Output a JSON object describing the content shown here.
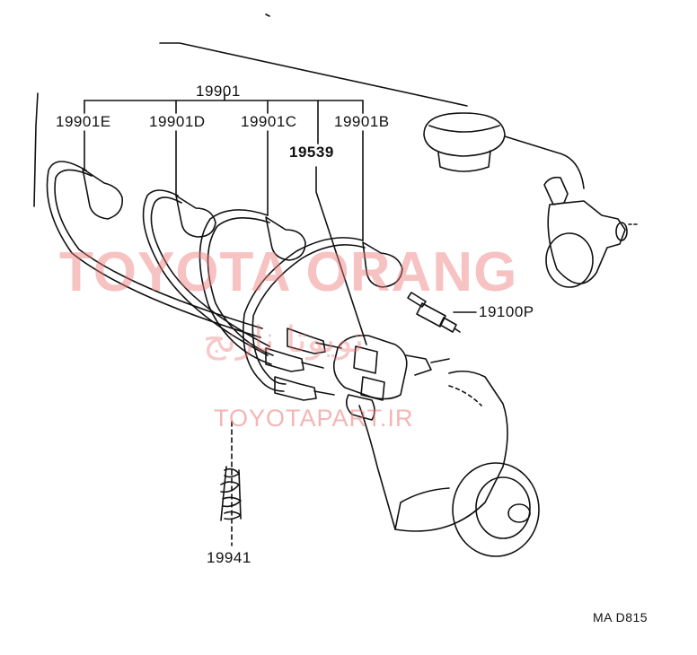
{
  "labels": {
    "set": "19901",
    "cord_e": "19901E",
    "cord_d": "19901D",
    "cord_c": "19901C",
    "cord_b": "19901B",
    "coil": "19539",
    "plug": "19100P",
    "clamp": "19941"
  },
  "watermark": {
    "brand": "TOYOTA ORANG",
    "persian": "تویوتا نارنج",
    "url": "TOYOTAPART.IR"
  },
  "diagram_code": "MA D815",
  "colors": {
    "line": "#111111",
    "watermark": "#eb7878"
  }
}
